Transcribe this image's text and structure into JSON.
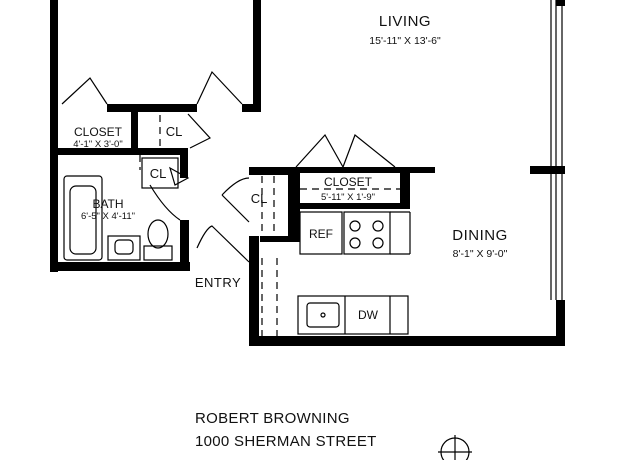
{
  "rooms": {
    "living": {
      "name": "LIVING",
      "dims": "15'-11\" X 13'-6\""
    },
    "dining": {
      "name": "DINING",
      "dims": "8'-1\" X 9'-0\""
    },
    "bath": {
      "name": "BATH",
      "dims": "6'-5\" X 4'-11\""
    },
    "closet_left": {
      "name": "CLOSET",
      "dims": "4'-1\" X 3'-0\""
    },
    "closet_kitchen": {
      "name": "CLOSET",
      "dims": "5'-11\" X 1'-9\""
    },
    "entry": {
      "name": "ENTRY"
    }
  },
  "closet_short_label": "CL",
  "fixtures": {
    "refrigerator": "REF",
    "dishwasher": "DW"
  },
  "footer": {
    "building_name": "ROBERT BROWNING",
    "address": "1000 SHERMAN STREET"
  }
}
